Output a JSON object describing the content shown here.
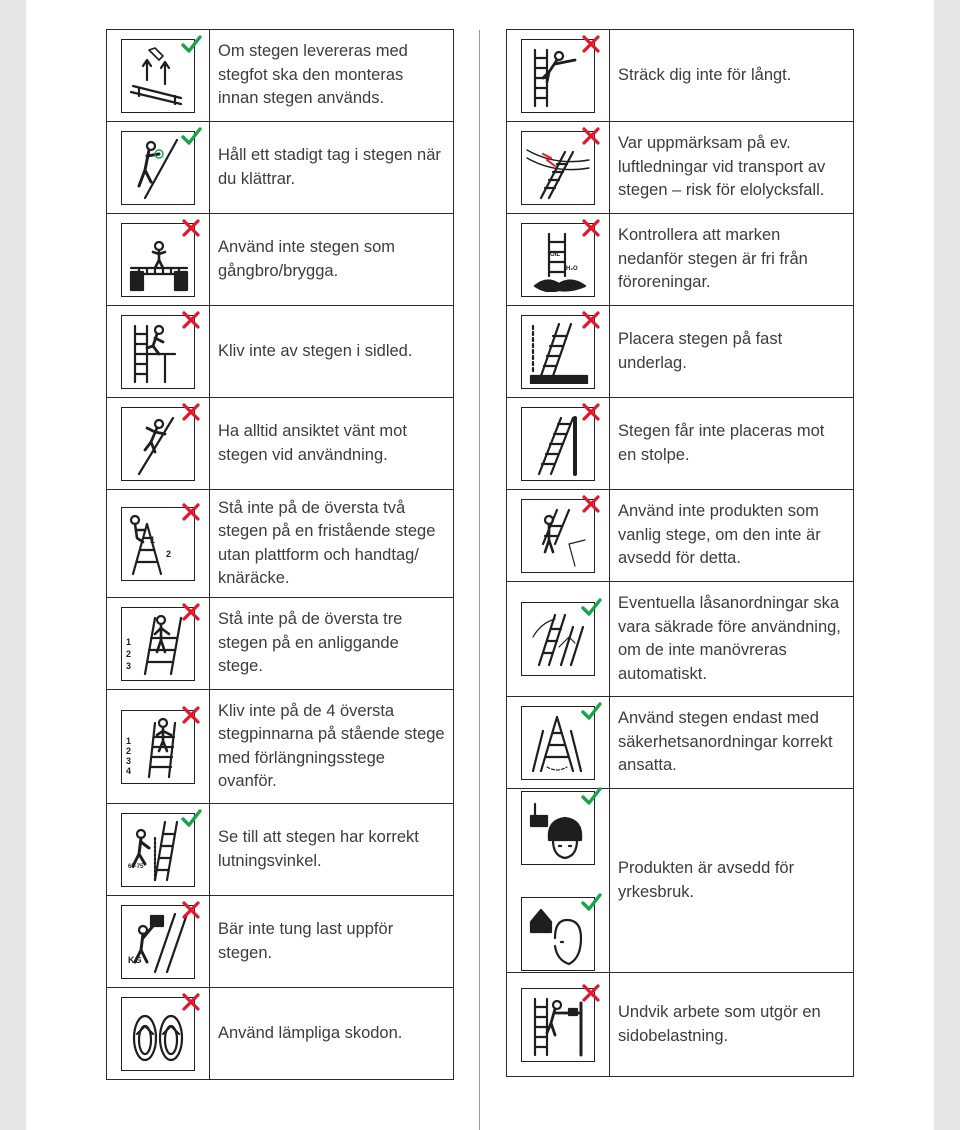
{
  "left_items": [
    {
      "text": "Om stegen levereras med stegfot ska den monteras innan stegen används.",
      "icon": "ladder-foot-assembly-icon",
      "mark": "ok"
    },
    {
      "text": "Håll ett stadigt tag i stegen när du klättrar.",
      "icon": "firm-grip-climbing-icon",
      "mark": "ok"
    },
    {
      "text": "Använd inte stegen som gångbro/brygga.",
      "icon": "ladder-as-bridge-icon",
      "mark": "no"
    },
    {
      "text": "Kliv inte av stegen i sidled.",
      "icon": "side-step-off-icon",
      "mark": "no"
    },
    {
      "text": "Ha alltid ansiktet vänt mot stegen vid användning.",
      "icon": "face-ladder-icon",
      "mark": "no"
    },
    {
      "text": "Stå inte på de översta två stegen på en fristående stege utan plattform och handtag/ knäräcke.",
      "icon": "top-two-steps-icon",
      "mark": "no",
      "labels": [
        "1",
        "2"
      ]
    },
    {
      "text": "Stå inte på de översta tre stegen på en anliggande stege.",
      "icon": "top-three-steps-icon",
      "mark": "no",
      "labels": [
        "1",
        "2",
        "3"
      ]
    },
    {
      "text": "Kliv inte på de 4 översta stegpinnarna på stående stege med förlängningsstege ovanför.",
      "icon": "top-four-rungs-icon",
      "mark": "no",
      "labels": [
        "1",
        "2",
        "3",
        "4"
      ]
    },
    {
      "text": "Se till att stegen har korrekt lutningsvinkel.",
      "icon": "ladder-angle-icon",
      "mark": "ok",
      "labels": [
        "65-75°"
      ]
    },
    {
      "text": "Bär inte tung last uppför stegen.",
      "icon": "heavy-load-icon",
      "mark": "no",
      "labels": [
        "KG"
      ]
    },
    {
      "text": "Använd lämpliga skodon.",
      "icon": "flip-flops-icon",
      "mark": "no"
    }
  ],
  "right_items": [
    {
      "text": "Sträck dig inte för långt.",
      "icon": "overreach-icon",
      "mark": "no"
    },
    {
      "text": "Var uppmärksam på ev. luftledningar vid transport av stegen – risk för elolycksfall.",
      "icon": "power-lines-icon",
      "mark": "no"
    },
    {
      "text": "Kontrollera att marken nedanför stegen är fri från föroreningar.",
      "icon": "contaminated-ground-icon",
      "mark": "no",
      "labels": [
        "OIL",
        "H₂O"
      ]
    },
    {
      "text": "Placera stegen på fast underlag.",
      "icon": "firm-ground-icon",
      "mark": "no"
    },
    {
      "text": "Stegen får inte placeras mot en stolpe.",
      "icon": "against-pole-icon",
      "mark": "no"
    },
    {
      "text": "Använd inte produkten som vanlig stege, om den inte är avsedd för detta.",
      "icon": "not-regular-ladder-icon",
      "mark": "no"
    },
    {
      "text": "Eventuella låsanordningar ska vara säkrade före användning, om de inte manövreras automatiskt.",
      "icon": "locking-devices-icon",
      "mark": "ok"
    },
    {
      "text": "Använd stegen endast med säkerhetsanordningar korrekt ansatta.",
      "icon": "safety-devices-icon",
      "mark": "ok"
    },
    {
      "text": "Produkten är avsedd för yrkesbruk.",
      "icon": "professional-use-icon",
      "mark": "ok",
      "icon2": "home-use-icon",
      "mark2": "ok"
    },
    {
      "text": "Undvik arbete som utgör en sidobelastning.",
      "icon": "side-load-icon",
      "mark": "no"
    }
  ],
  "colors": {
    "ok": "#1aa34a",
    "no": "#e4162c",
    "ink": "#1e1e1e",
    "text": "#3c3c3c"
  }
}
